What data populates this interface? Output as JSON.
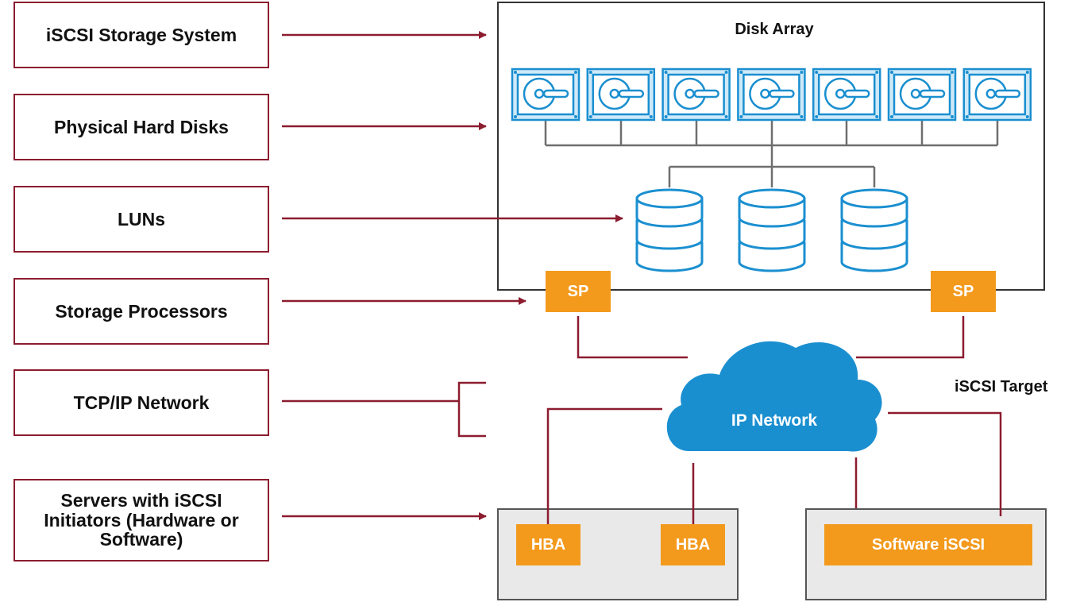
{
  "labels": {
    "storage_system": "iSCSI Storage System",
    "hard_disks": "Physical Hard Disks",
    "luns": "LUNs",
    "storage_processors": "Storage Processors",
    "network": "TCP/IP Network",
    "servers": "Servers with iSCSI\nInitiators (Hardware or\nSoftware)"
  },
  "disk_array": {
    "title": "Disk Array",
    "disk_count": 7,
    "lun_count": 3
  },
  "storage_processors": [
    "SP",
    "SP"
  ],
  "target_label": "iSCSI Target",
  "cloud_label": "IP Network",
  "servers": {
    "hardware": [
      "HBA",
      "HBA"
    ],
    "software": "Software iSCSI"
  },
  "colors": {
    "arrow": "#8c1c2f",
    "orange": "#f39a1d",
    "blue": "#1a8fd0",
    "gray_line": "#6e6e6e",
    "server_bg": "#e9e9e9"
  }
}
